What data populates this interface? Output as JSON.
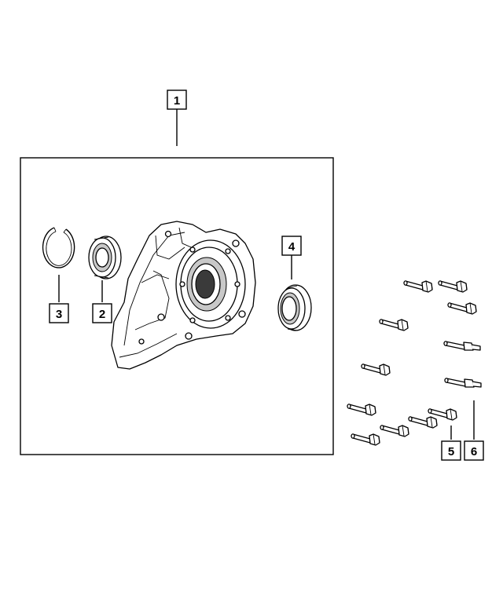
{
  "callouts": [
    {
      "id": "1",
      "label": "1"
    },
    {
      "id": "2",
      "label": "2"
    },
    {
      "id": "3",
      "label": "3"
    },
    {
      "id": "4",
      "label": "4"
    },
    {
      "id": "5",
      "label": "5"
    },
    {
      "id": "6",
      "label": "6"
    }
  ],
  "icons": {
    "housing": "oil-pump-housing-icon",
    "bearing": "bearing-icon",
    "snap_ring": "snap-ring-icon",
    "seal": "oil-seal-icon",
    "bolt": "bolt-icon",
    "stud": "stud-bolt-icon"
  },
  "colors": {
    "line": "#000000",
    "background": "#ffffff",
    "shade": "#c8c8c8"
  }
}
